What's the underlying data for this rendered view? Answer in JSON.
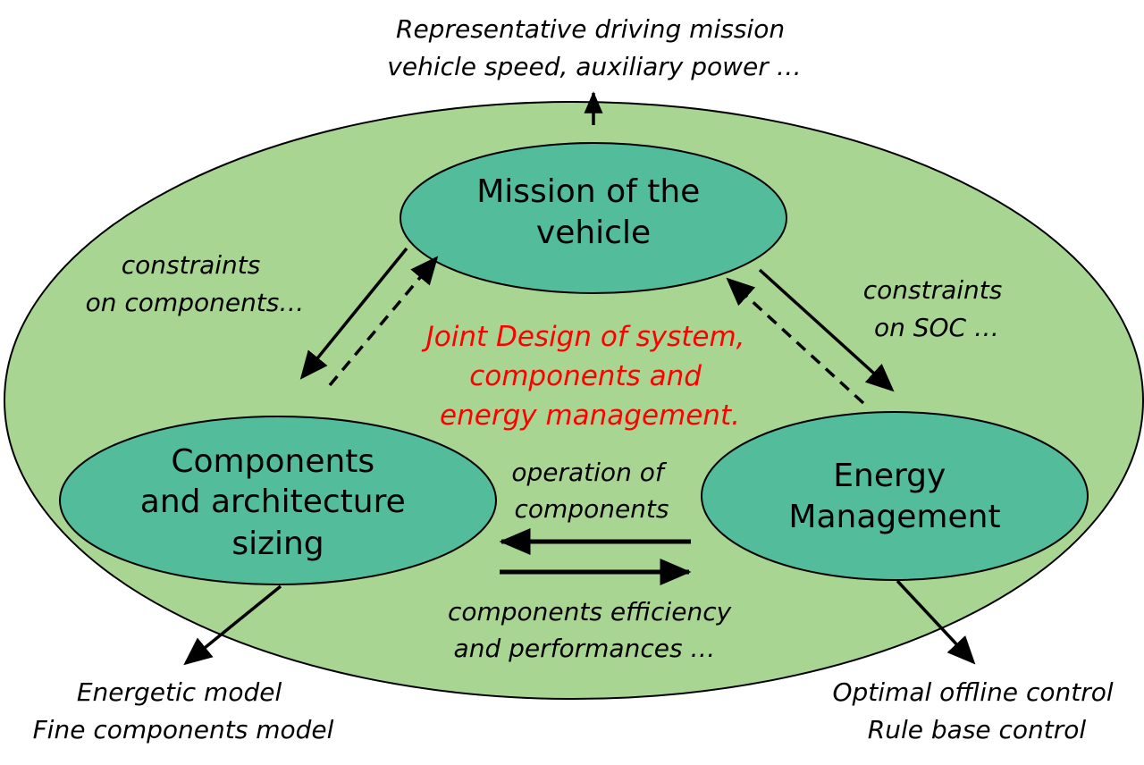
{
  "center_text": [
    "Joint Design of system,",
    "components and",
    "energy management."
  ],
  "nodes": {
    "mission": {
      "lines": [
        "Mission of the",
        "vehicle"
      ]
    },
    "components": {
      "lines": [
        "Components",
        "and architecture",
        "sizing"
      ]
    },
    "energy": {
      "lines": [
        "Energy",
        "Management"
      ]
    }
  },
  "outputs": {
    "top": [
      "Representative driving mission",
      "vehicle speed, auxiliary power …"
    ],
    "bottom_left": [
      "Energetic model",
      "Fine components model"
    ],
    "bottom_right": [
      "Optimal offline control",
      "Rule base control"
    ]
  },
  "edge_labels": {
    "constraints_components": [
      "constraints",
      "on components…"
    ],
    "constraints_soc": [
      "constraints",
      "on SOC …"
    ],
    "operation_components": [
      "operation of",
      "components"
    ],
    "efficiency_performances": [
      "components efficiency",
      "and performances …"
    ]
  },
  "colors": {
    "outer_ellipse": "#a9d593",
    "node_fill": "#52bc9b",
    "center_text": "#ff0000",
    "stroke": "#000000"
  }
}
